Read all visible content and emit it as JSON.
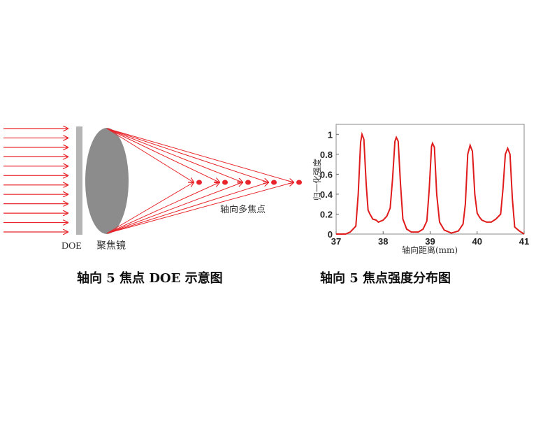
{
  "diagram": {
    "doe_label": "DOE",
    "lens_label": "聚焦镜",
    "foci_label": "轴向多焦点",
    "caption": "轴向 5 焦点 DOE 示意图",
    "ray_count": 12,
    "focus_count": 5,
    "colors": {
      "ray": "#e8242a",
      "lens": "#8c8c8c",
      "doe": "#b4b4b4"
    }
  },
  "chart_caption": "轴向 5 焦点强度分布图",
  "chart_data": {
    "type": "line",
    "xlabel": "轴向距离(mm)",
    "ylabel": "归一化强度",
    "xlim": [
      37,
      41
    ],
    "ylim": [
      0,
      1.1
    ],
    "xticks": [
      "37",
      "38",
      "39",
      "40",
      "41"
    ],
    "yticks": [
      "0",
      "0.2",
      "0.4",
      "0.6",
      "0.8",
      "1"
    ],
    "grid": false,
    "color": "#e01b1b",
    "x": [
      37.0,
      37.2,
      37.3,
      37.38,
      37.42,
      37.47,
      37.52,
      37.55,
      37.59,
      37.64,
      37.68,
      37.72,
      37.78,
      37.85,
      37.9,
      38.0,
      38.08,
      38.15,
      38.2,
      38.25,
      38.28,
      38.32,
      38.37,
      38.42,
      38.5,
      38.6,
      38.75,
      38.85,
      38.93,
      38.98,
      39.03,
      39.05,
      39.09,
      39.14,
      39.2,
      39.3,
      39.45,
      39.6,
      39.7,
      39.75,
      39.8,
      39.85,
      39.9,
      39.95,
      40.0,
      40.05,
      40.1,
      40.2,
      40.3,
      40.4,
      40.5,
      40.55,
      40.6,
      40.65,
      40.7,
      40.75,
      40.8,
      40.9,
      41.0
    ],
    "y": [
      0,
      0,
      0.02,
      0.06,
      0.08,
      0.4,
      0.92,
      1.0,
      0.95,
      0.5,
      0.24,
      0.2,
      0.15,
      0.14,
      0.12,
      0.14,
      0.18,
      0.26,
      0.55,
      0.93,
      0.97,
      0.93,
      0.5,
      0.15,
      0.05,
      0.02,
      0.02,
      0.05,
      0.13,
      0.45,
      0.88,
      0.91,
      0.87,
      0.4,
      0.12,
      0.04,
      0.01,
      0.03,
      0.1,
      0.3,
      0.8,
      0.89,
      0.83,
      0.4,
      0.21,
      0.17,
      0.14,
      0.12,
      0.12,
      0.15,
      0.2,
      0.45,
      0.8,
      0.86,
      0.8,
      0.35,
      0.07,
      0.03,
      0
    ]
  }
}
